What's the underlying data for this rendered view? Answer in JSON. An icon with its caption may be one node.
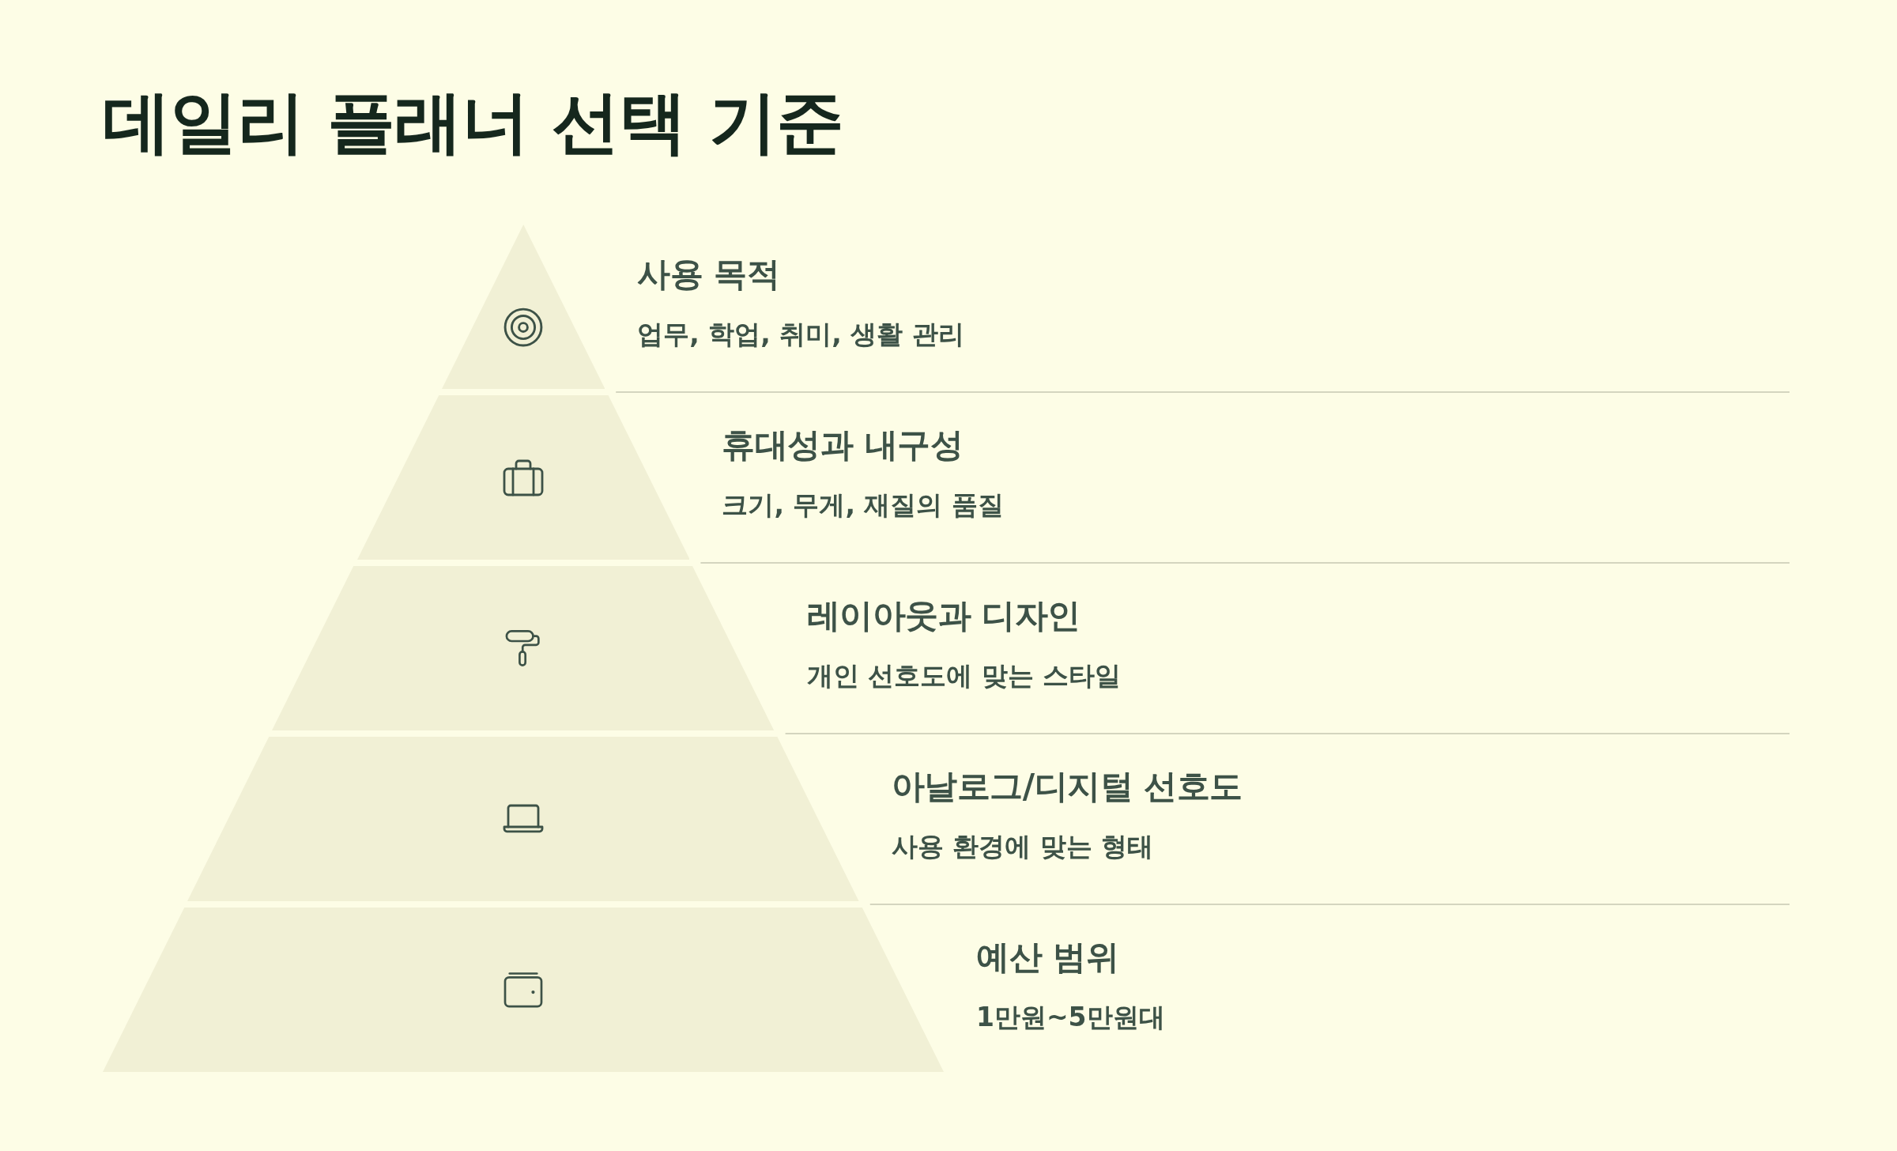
{
  "diagram": {
    "title": "데일리 플래너 선택 기준",
    "nodes": [
      {
        "text": [],
        "shape": "triangle",
        "beside": [
          "사용 목적",
          "업무, 학업, 취미, 생활 관리"
        ]
      },
      {
        "text": [],
        "shape": "trapezoid",
        "beside": [
          "휴대성과 내구성",
          "크기, 무게, 재질의 품질"
        ]
      },
      {
        "text": [],
        "shape": "trapezoid",
        "beside": [
          "레이아웃과 디자인",
          "개인 선호도에 맞는 스타일"
        ]
      },
      {
        "text": [],
        "shape": "trapezoid",
        "beside": [
          "아날로그/디지털 선호도",
          "사용 환경에 맞는 형태"
        ]
      },
      {
        "text": [],
        "shape": "trapezoid",
        "beside": [
          "예산 범위",
          "1만원~5만원대"
        ]
      }
    ]
  }
}
